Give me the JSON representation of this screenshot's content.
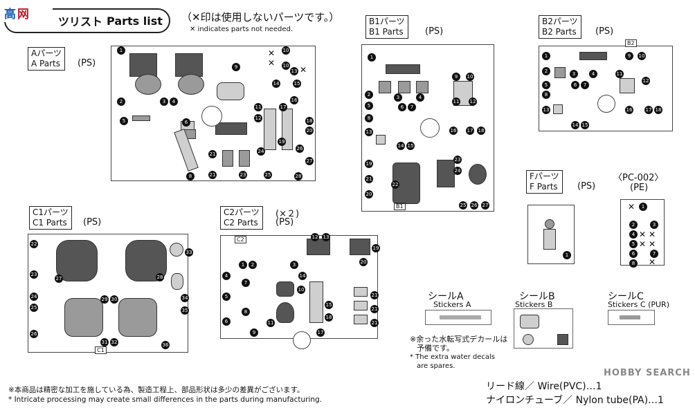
{
  "header": {
    "logo_char1": "高",
    "logo_char2": "网",
    "title_jp": "ツリスト",
    "title_en": "Parts list",
    "note_jp": "（✕印は使用しないパーツです。）",
    "note_en": "✕ indicates parts not needed."
  },
  "runners": {
    "A": {
      "label_jp": "Aパーツ",
      "label_en": "A Parts",
      "material": "(PS)"
    },
    "B1": {
      "label_jp": "B1パーツ",
      "label_en": "B1 Parts",
      "material": "(PS)",
      "tag": "B1"
    },
    "B2": {
      "label_jp": "B2パーツ",
      "label_en": "B2 Parts",
      "material": "(PS)",
      "tag": "B2"
    },
    "F": {
      "label_jp": "Fパーツ",
      "label_en": "F Parts",
      "material": "(PS)"
    },
    "PC": {
      "label": "〈PC-002〉",
      "material": "(PE)"
    },
    "C1": {
      "label_jp": "C1パーツ",
      "label_en": "C1 Parts",
      "material": "(PS)",
      "tag": "C1"
    },
    "C2": {
      "label_jp": "C2パーツ",
      "label_en": "C2 Parts",
      "material": "(PS)",
      "qty": "(×２)",
      "tag": "C2"
    }
  },
  "stickers": {
    "A": {
      "label_jp": "シールA",
      "label_en": "Stickers A"
    },
    "B": {
      "label_jp": "シールB",
      "label_en": "Stickers B"
    },
    "C": {
      "label_jp": "シールC",
      "label_en": "Stickers C (PUR)"
    }
  },
  "decal_note": {
    "jp_line1": "※余った水転写式デカールは",
    "jp_line2": "予備です。",
    "en_line1": "* The extra water decals",
    "en_line2": "are spares."
  },
  "footer": {
    "note_jp": "※本商品は精密な加工を施している為、製造工程上、部品形状は多少の差異がございます。",
    "note_en": "* Intricate processing may create small differences in the parts during manufacturing.",
    "wire": "リード線／ Wire(PVC)…1",
    "tube": "ナイロンチューブ／ Nylon tube(PA)…1"
  },
  "watermark": "HOBBY SEARCH",
  "numbers": {
    "n1": "1",
    "n2": "2",
    "n3": "3",
    "n4": "4",
    "n5": "5",
    "n6": "6",
    "n7": "7",
    "n8": "8",
    "n9": "9",
    "n10": "10",
    "n11": "11",
    "n12": "12",
    "n13": "13",
    "n14": "14",
    "n15": "15",
    "n16": "16",
    "n17": "17",
    "n18": "18",
    "n19": "19",
    "n20": "20",
    "n21": "21",
    "n22": "22",
    "n23": "23",
    "n24": "24",
    "n25": "25",
    "n26": "26",
    "n27": "27",
    "n28": "28",
    "n29": "29",
    "n30": "30",
    "n31": "31",
    "n32": "32",
    "n33": "33",
    "n34": "34",
    "n35": "35",
    "n36": "36"
  }
}
